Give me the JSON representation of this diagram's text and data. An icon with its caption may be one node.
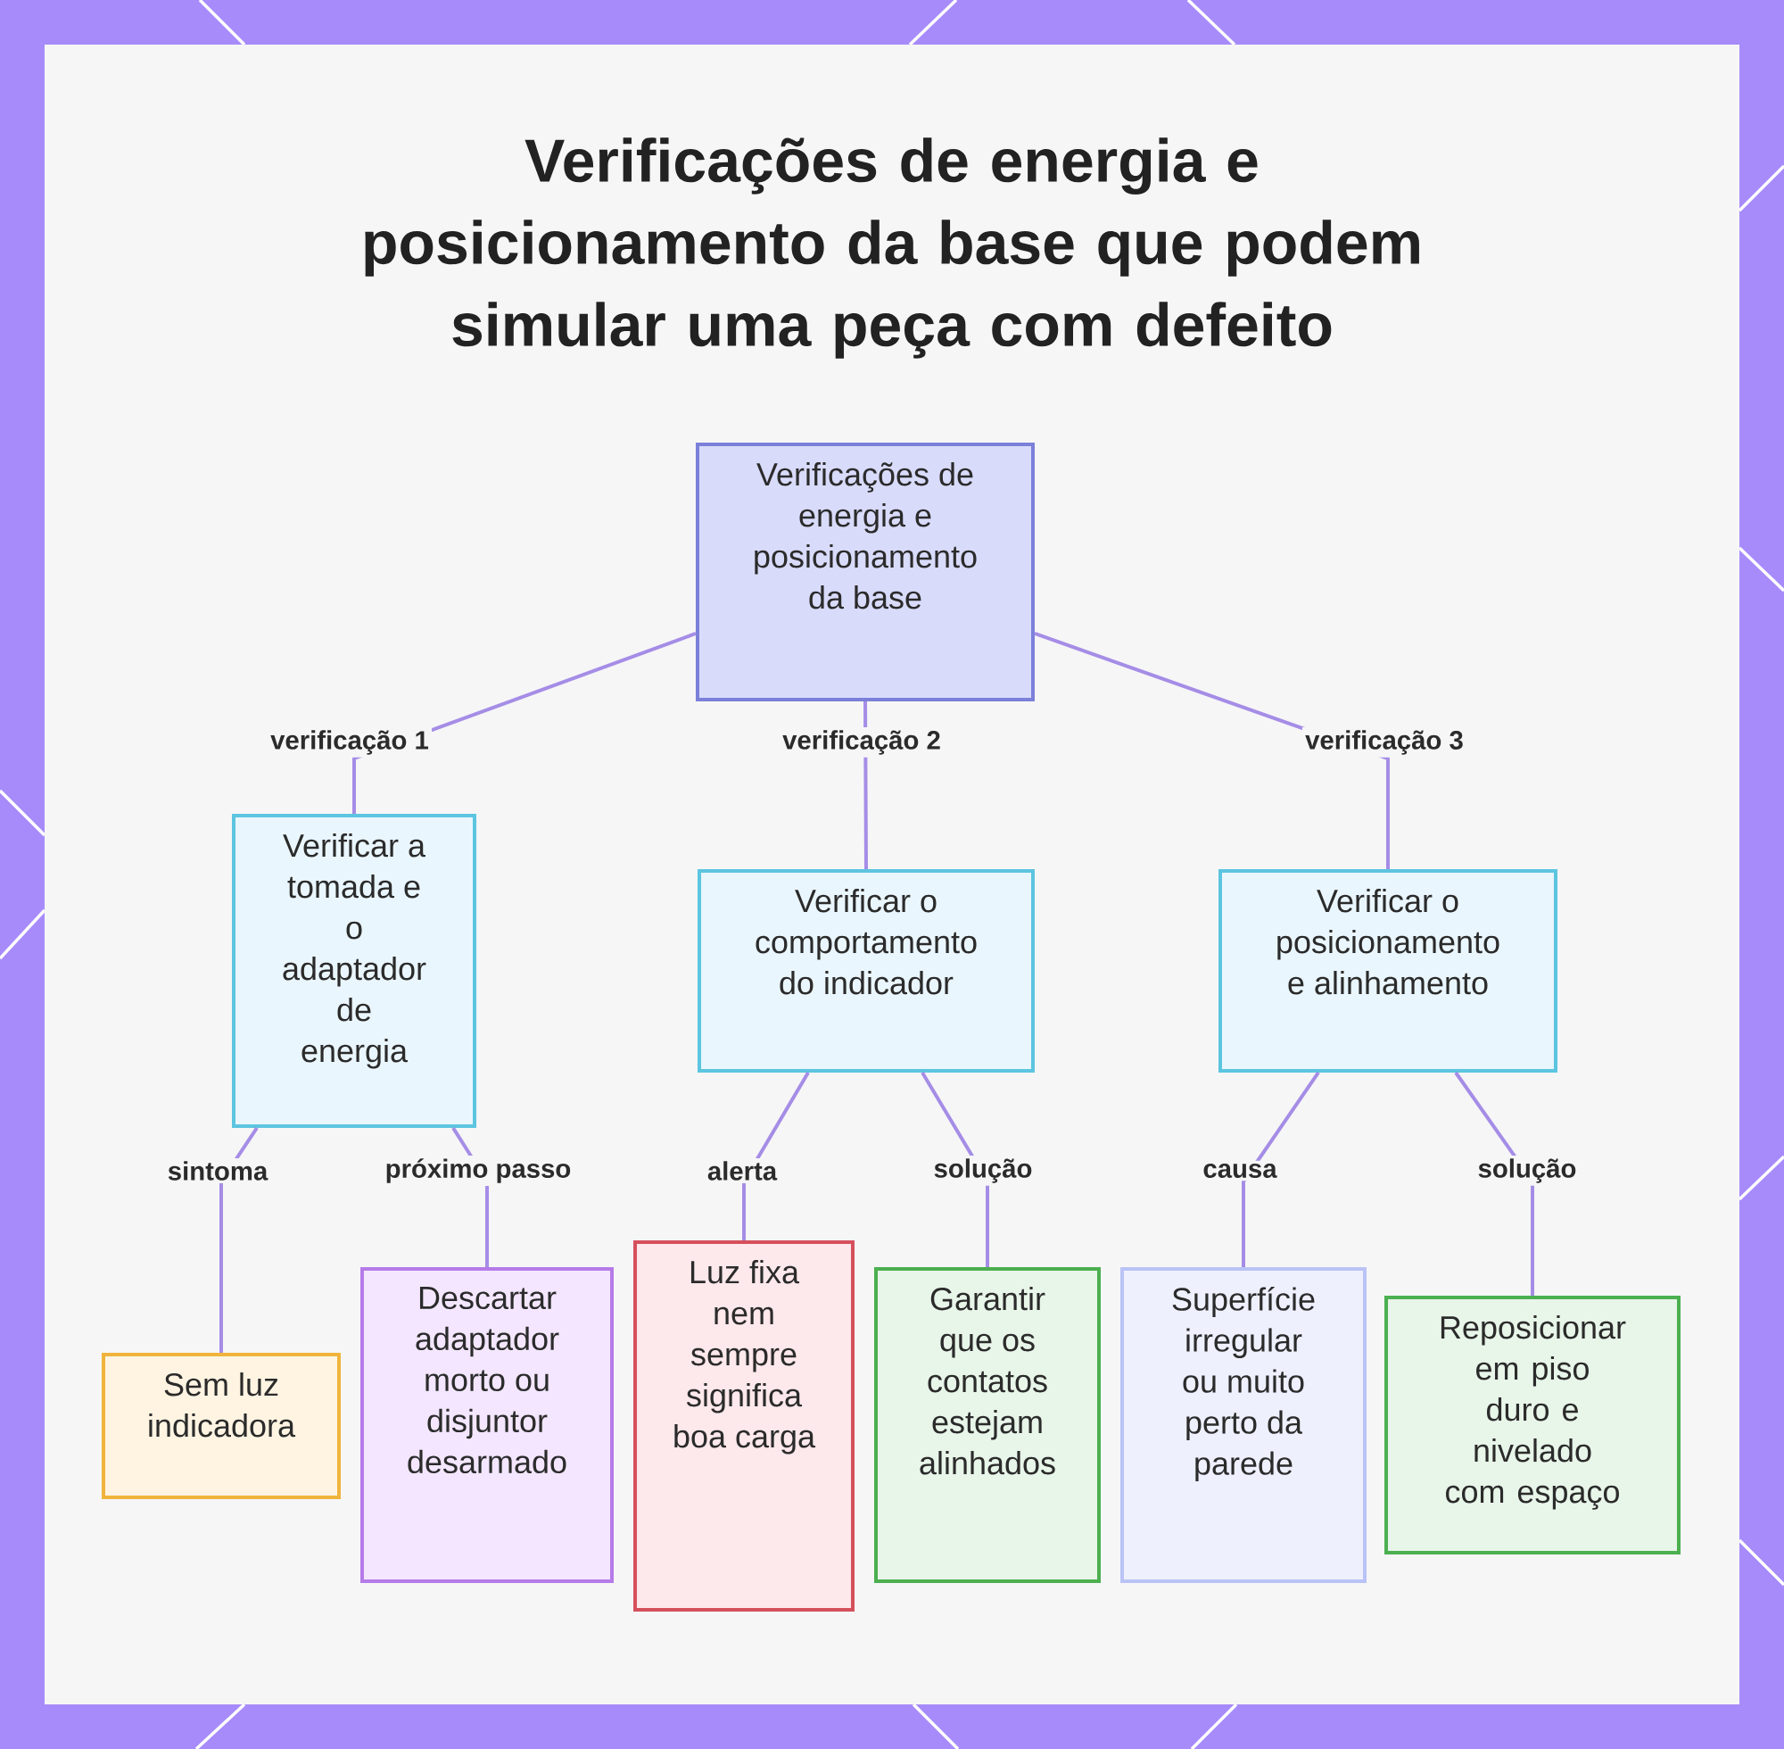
{
  "diagram": {
    "title": "Verificações de energia e posicionamento da base que podem simular uma peça com defeito",
    "nodes": [
      {
        "text": [
          "Verificações de energia e posicionamento da base"
        ]
      },
      {
        "text": [
          "Verificar a tomada e o adaptador de energia"
        ]
      },
      {
        "text": [
          "Verificar o comportamento do indicador"
        ]
      },
      {
        "text": [
          "Verificar o posicionamento e alinhamento"
        ]
      },
      {
        "text": [
          "Sem luz indicadora"
        ]
      },
      {
        "text": [
          "Descartar adaptador morto ou disjuntor desarmado"
        ]
      },
      {
        "text": [
          "Luz fixa nem sempre significa boa carga"
        ]
      },
      {
        "text": [
          "Garantir que os contatos estejam alinhados"
        ]
      },
      {
        "text": [
          "Superfície irregular ou muito perto da parede"
        ]
      },
      {
        "text": [
          "Reposicionar em piso duro e nivelado com espaço"
        ]
      }
    ],
    "edges": [
      {
        "from": 0,
        "to": 1,
        "arrow": "none",
        "label": "verificação 1"
      },
      {
        "from": 0,
        "to": 2,
        "arrow": "none",
        "label": "verificação 2"
      },
      {
        "from": 0,
        "to": 3,
        "arrow": "none",
        "label": "verificação 3"
      },
      {
        "from": 1,
        "to": 4,
        "arrow": "none",
        "label": "sintoma"
      },
      {
        "from": 1,
        "to": 5,
        "arrow": "none",
        "label": "próximo passo"
      },
      {
        "from": 2,
        "to": 6,
        "arrow": "none",
        "label": "alerta"
      },
      {
        "from": 2,
        "to": 7,
        "arrow": "none",
        "label": "solução"
      },
      {
        "from": 3,
        "to": 8,
        "arrow": "none",
        "label": "causa"
      },
      {
        "from": 3,
        "to": 9,
        "arrow": "none",
        "label": "solução"
      }
    ]
  }
}
